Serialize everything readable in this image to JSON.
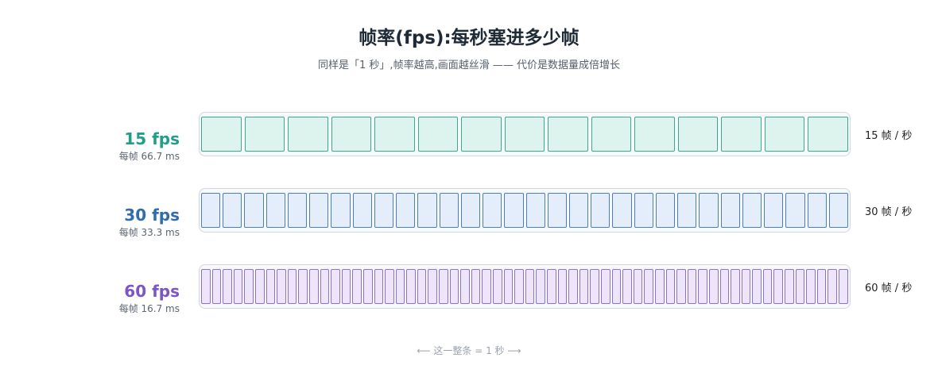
{
  "title": "帧率(fps):每秒塞进多少帧",
  "subtitle": "同样是「1 秒」,帧率越高,画面越丝滑 —— 代价是数据量成倍增长",
  "rows": [
    {
      "fps_label": "15 fps",
      "ms_label": "每帧 66.7 ms",
      "rate_label": "15 帧 / 秒",
      "frames": 15,
      "color": "#1f9e8a",
      "fill": "#dcf3ee",
      "stroke": "#3aaa8e"
    },
    {
      "fps_label": "30 fps",
      "ms_label": "每帧 33.3 ms",
      "rate_label": "30 帧 / 秒",
      "frames": 30,
      "color": "#2f6db0",
      "fill": "#e3eefa",
      "stroke": "#4a7fb8"
    },
    {
      "fps_label": "60 fps",
      "ms_label": "每帧 16.7 ms",
      "rate_label": "60 帧 / 秒",
      "frames": 60,
      "color": "#7b55c9",
      "fill": "#ede6fb",
      "stroke": "#8f6fd0"
    }
  ],
  "footer": "⟵ 这一整条 = 1 秒 ⟶"
}
